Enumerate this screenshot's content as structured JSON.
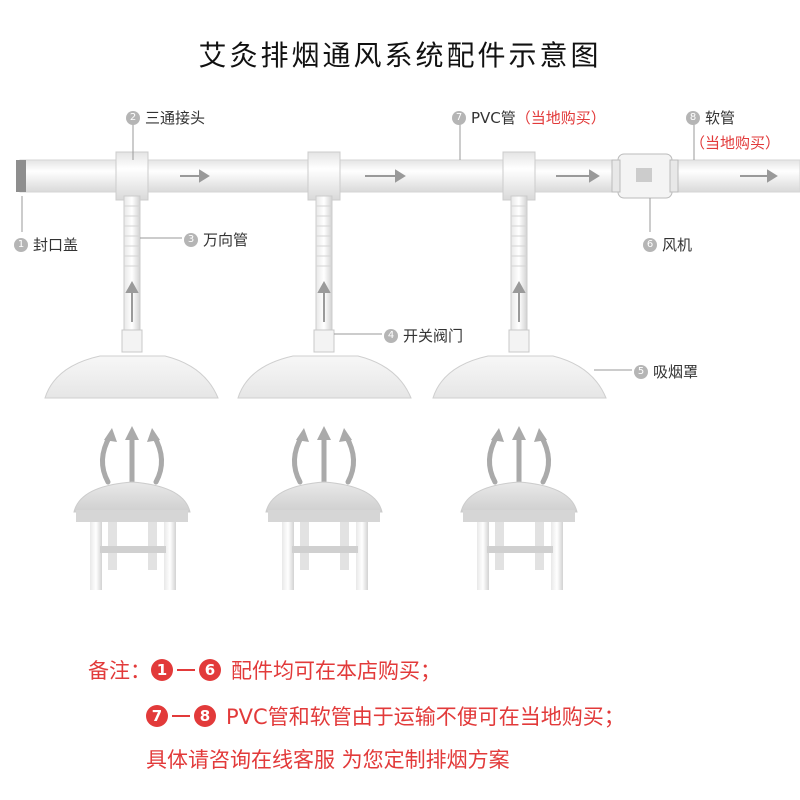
{
  "title": "艾灸排烟通风系统配件示意图",
  "parts": [
    {
      "num": "1",
      "label": "封口盖"
    },
    {
      "num": "2",
      "label": "三通接头"
    },
    {
      "num": "3",
      "label": "万向管"
    },
    {
      "num": "4",
      "label": "开关阀门"
    },
    {
      "num": "5",
      "label": "吸烟罩"
    },
    {
      "num": "6",
      "label": "风机"
    },
    {
      "num": "7",
      "label": "PVC管",
      "note": "（当地购买）"
    },
    {
      "num": "8",
      "label": "软管",
      "note": "（当地购买）"
    }
  ],
  "notes": {
    "prefix": "备注：",
    "line1_from": "1",
    "line1_to": "6",
    "line1_text": "配件均可在本店购买；",
    "line2_from": "7",
    "line2_to": "8",
    "line2_text": "PVC管和软管由于运输不便可在当地购买；",
    "line3_text": "具体请咨询在线客服 为您定制排烟方案"
  },
  "colors": {
    "accent": "#e23a3a",
    "label_circle": "#b5b5b5",
    "pipe": "#f2f2f2"
  }
}
